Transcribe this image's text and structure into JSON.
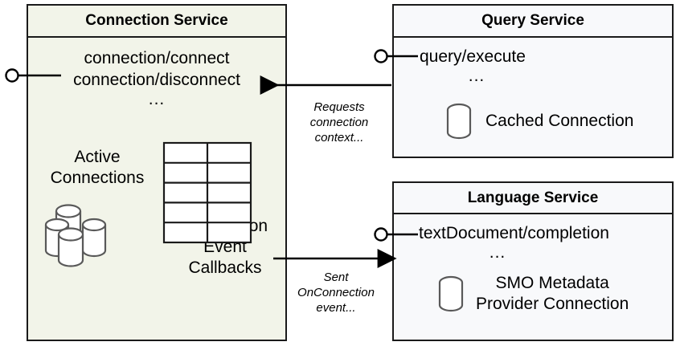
{
  "diagram": {
    "type": "component-diagram",
    "title_visible": false,
    "background": "#ffffff",
    "colors": {
      "connection_service_fill": "#f2f4e9",
      "query_service_fill": "#f8f9fb",
      "language_service_fill": "#f8f9fb",
      "border": "#1a1a1a",
      "icon_stroke": "#595959"
    }
  },
  "connection_service": {
    "title": "Connection Service",
    "endpoints": [
      "connection/connect",
      "connection/disconnect"
    ],
    "endpoints_more": "...",
    "active_connections_label_line1": "Active",
    "active_connections_label_line2": "Connections",
    "active_connections_icon": "database-cluster-icon",
    "callbacks_icon": "table-grid-icon",
    "callbacks_label_line1": "Connection",
    "callbacks_label_line2": "Event",
    "callbacks_label_line3": "Callbacks",
    "provided_interface": "lollipop-interface-icon"
  },
  "query_service": {
    "title": "Query Service",
    "endpoints": [
      "query/execute"
    ],
    "endpoints_more": "...",
    "resource_icon": "database-cylinder-icon",
    "resource_label": "Cached Connection",
    "provided_interface": "lollipop-interface-icon"
  },
  "language_service": {
    "title": "Language Service",
    "endpoints": [
      "textDocument/completion"
    ],
    "endpoints_more": "...",
    "resource_icon": "database-cylinder-icon",
    "resource_label_line1": "SMO Metadata",
    "resource_label_line2": "Provider Connection",
    "provided_interface": "lollipop-interface-icon"
  },
  "connectors": [
    {
      "name": "requests-connection-context",
      "from": "query_service",
      "to": "connection_service",
      "direction": "left",
      "label_line1": "Requests",
      "label_line2": "connection",
      "label_line3": "context..."
    },
    {
      "name": "sent-onconnection-event",
      "from": "connection_service",
      "to": "language_service",
      "direction": "right",
      "label_line1": "Sent",
      "label_line2": "OnConnection",
      "label_line3": "event..."
    }
  ]
}
